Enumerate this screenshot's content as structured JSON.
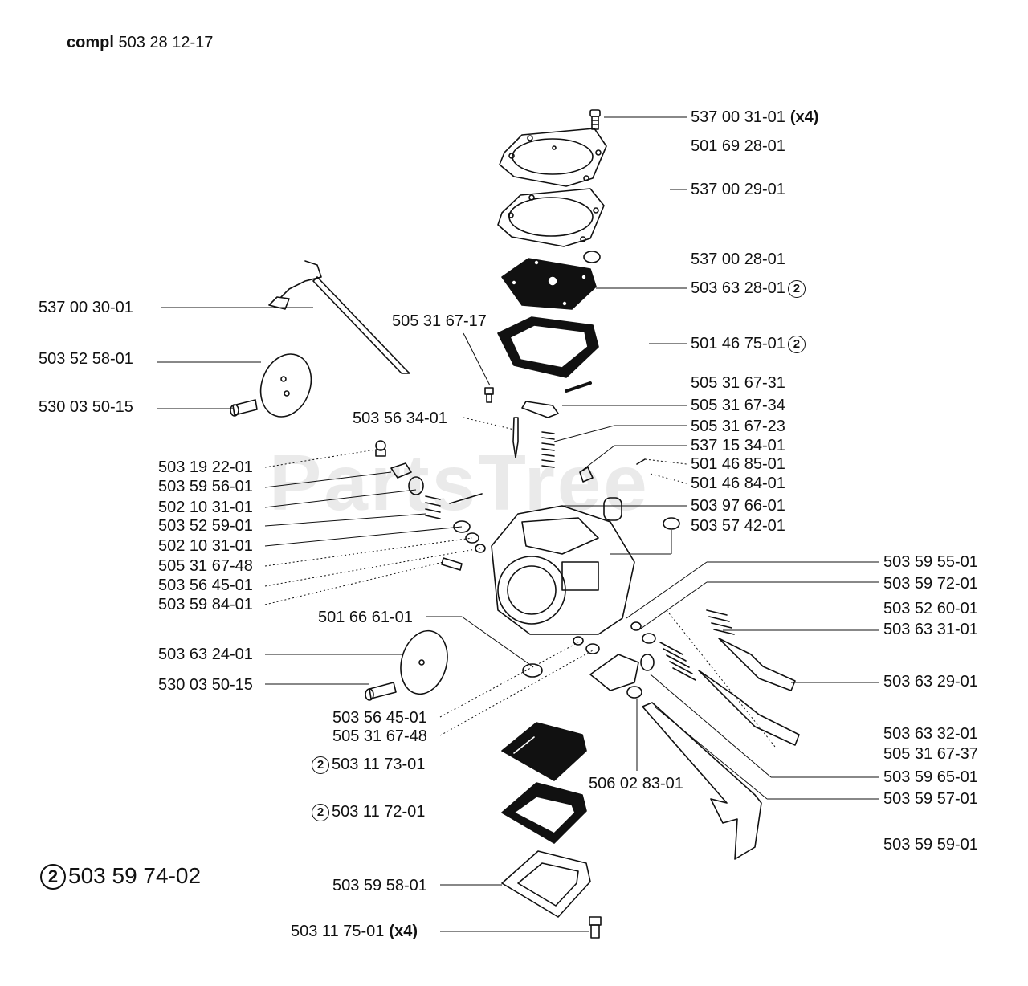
{
  "header": {
    "compl_prefix": "compl",
    "compl_number": "503 28 12-17"
  },
  "watermark": "PartsTree",
  "kit_note": {
    "marker": "2",
    "number": "503 59 74-02"
  },
  "parts_right": [
    {
      "id": "r1",
      "number": "537 00 31-01",
      "qty": "(x4)",
      "kit": ""
    },
    {
      "id": "r2",
      "number": "501 69 28-01",
      "qty": "",
      "kit": ""
    },
    {
      "id": "r3",
      "number": "537 00 29-01",
      "qty": "",
      "kit": ""
    },
    {
      "id": "r4",
      "number": "537 00 28-01",
      "qty": "",
      "kit": ""
    },
    {
      "id": "r5",
      "number": "503 63 28-01",
      "qty": "",
      "kit": "2"
    },
    {
      "id": "r6",
      "number": "501 46 75-01",
      "qty": "",
      "kit": "2"
    },
    {
      "id": "r7",
      "number": "505 31 67-31",
      "qty": "",
      "kit": ""
    },
    {
      "id": "r8",
      "number": "505 31 67-34",
      "qty": "",
      "kit": ""
    },
    {
      "id": "r9",
      "number": "505 31 67-23",
      "qty": "",
      "kit": ""
    },
    {
      "id": "r10",
      "number": "537 15 34-01",
      "qty": "",
      "kit": ""
    },
    {
      "id": "r11",
      "number": "501 46 85-01",
      "qty": "",
      "kit": ""
    },
    {
      "id": "r12",
      "number": "501 46 84-01",
      "qty": "",
      "kit": ""
    },
    {
      "id": "r13",
      "number": "503 97 66-01",
      "qty": "",
      "kit": ""
    },
    {
      "id": "r14",
      "number": "503 57 42-01",
      "qty": "",
      "kit": ""
    }
  ],
  "parts_far_right": [
    {
      "id": "f1",
      "number": "503 59 55-01"
    },
    {
      "id": "f2",
      "number": "503 59 72-01"
    },
    {
      "id": "f3",
      "number": "503 52 60-01"
    },
    {
      "id": "f4",
      "number": "503 63 31-01"
    },
    {
      "id": "f5",
      "number": "503 63 29-01"
    },
    {
      "id": "f6",
      "number": "503 63 32-01"
    },
    {
      "id": "f7",
      "number": "505 31 67-37"
    },
    {
      "id": "f8",
      "number": "503 59 65-01"
    },
    {
      "id": "f9",
      "number": "503 59 57-01"
    },
    {
      "id": "f10",
      "number": "503 59 59-01"
    }
  ],
  "parts_left": [
    {
      "id": "l1",
      "number": "537 00 30-01"
    },
    {
      "id": "l2",
      "number": "503 52 58-01"
    },
    {
      "id": "l3",
      "number": "530 03 50-15"
    }
  ],
  "parts_middle_left": [
    {
      "id": "m1",
      "number": "503 19 22-01"
    },
    {
      "id": "m2",
      "number": "503 59 56-01"
    },
    {
      "id": "m3",
      "number": "502 10 31-01"
    },
    {
      "id": "m4",
      "number": "503 52 59-01"
    },
    {
      "id": "m5",
      "number": "502 10 31-01"
    },
    {
      "id": "m6",
      "number": "505 31 67-48"
    },
    {
      "id": "m7",
      "number": "503 56 45-01"
    },
    {
      "id": "m8",
      "number": "503 59 84-01"
    }
  ],
  "parts_center": [
    {
      "id": "c1",
      "number": "505 31 67-17",
      "kit": "",
      "qty": ""
    },
    {
      "id": "c2",
      "number": "503 56 34-01",
      "kit": "",
      "qty": ""
    },
    {
      "id": "c3",
      "number": "501 66 61-01",
      "kit": "",
      "qty": ""
    },
    {
      "id": "c4",
      "number": "503 63 24-01",
      "kit": "",
      "qty": ""
    },
    {
      "id": "c5",
      "number": "530 03 50-15",
      "kit": "",
      "qty": ""
    },
    {
      "id": "c6",
      "number": "503 56 45-01",
      "kit": "",
      "qty": ""
    },
    {
      "id": "c7",
      "number": "505 31 67-48",
      "kit": "",
      "qty": ""
    },
    {
      "id": "c8",
      "number": "503 11 73-01",
      "kit": "2",
      "qty": ""
    },
    {
      "id": "c9",
      "number": "503 11 72-01",
      "kit": "2",
      "qty": ""
    },
    {
      "id": "c10",
      "number": "506 02 83-01",
      "kit": "",
      "qty": ""
    },
    {
      "id": "c11",
      "number": "503 59 58-01",
      "kit": "",
      "qty": ""
    },
    {
      "id": "c12",
      "number": "503 11 75-01",
      "kit": "",
      "qty": "(x4)"
    }
  ]
}
